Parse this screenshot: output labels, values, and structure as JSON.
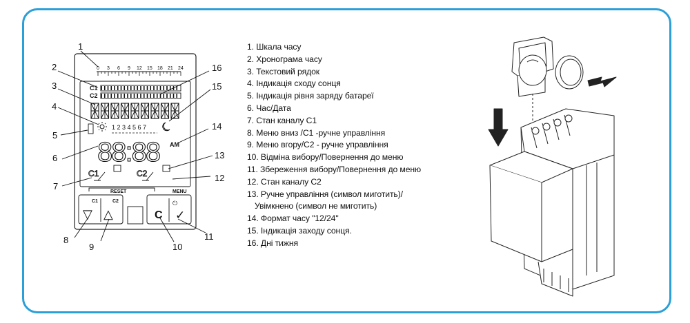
{
  "legend": [
    "1. Шкала часу",
    "2. Хронограма часу",
    "3. Текстовий рядок",
    "4. Індикація сходу сонця",
    "5. Індикація рівня заряду батареї",
    "6. Час/Дата",
    "7. Стан каналу С1",
    "8. Меню вниз /С1 -ручне управління",
    "9. Меню вгору/С2 - ручне управління",
    "10. Відміна вибору/Повернення до меню",
    "11. Збереження вибору/Повернення до меню",
    "12. Стан каналу С2",
    "13. Ручне управління  (символ миготить)/",
    "Увімкнено (символ не миготить)",
    "14. Формат часу \"12/24\"",
    "15. Індикація заходу сонця.",
    "16. Дні тижня"
  ],
  "callouts": [
    "1",
    "2",
    "3",
    "4",
    "5",
    "6",
    "7",
    "8",
    "9",
    "10",
    "11",
    "12",
    "13",
    "14",
    "15",
    "16"
  ],
  "display": {
    "scale_ticks": [
      "0",
      "3",
      "6",
      "9",
      "12",
      "15",
      "18",
      "21",
      "24"
    ],
    "ch1": "C1",
    "ch2": "C2",
    "days": "1 2 3 4 5 6 7",
    "time": "88:88",
    "am": "AM",
    "reset_label": "RESET",
    "menu_label": "MENU",
    "btn_c1": "C1",
    "btn_c2": "C2",
    "btn_c": "C",
    "btn_down_glyph": "▽",
    "btn_up_glyph": "△",
    "btn_ok_glyph": "✓",
    "power_glyph": "⏻"
  },
  "colors": {
    "frame": "#2a9fd8"
  }
}
